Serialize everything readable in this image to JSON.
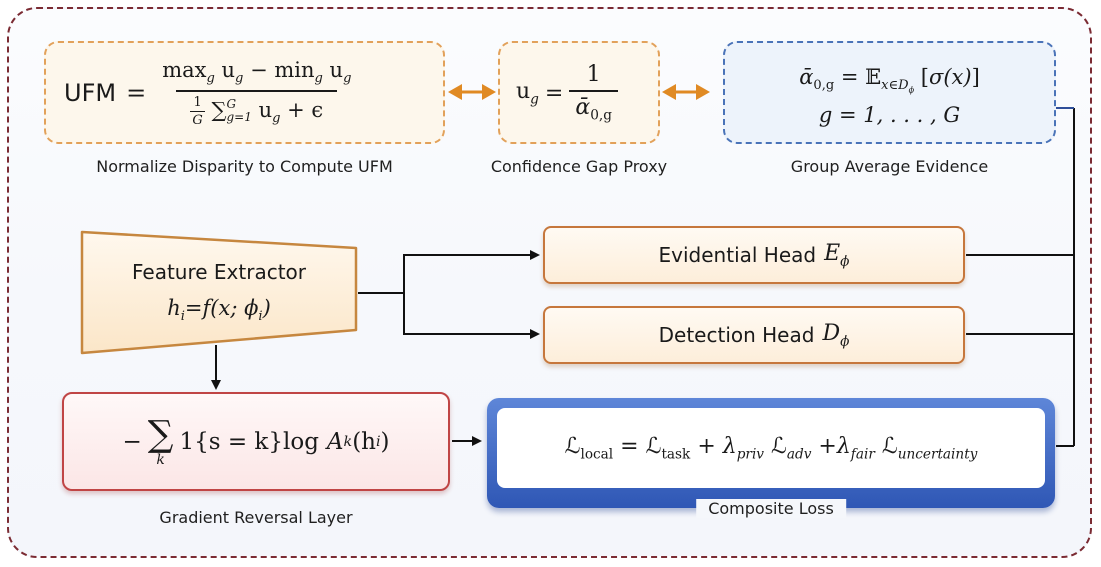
{
  "top": {
    "ufm": {
      "lhs": "UFM",
      "num": "max",
      "num_sub_g": "g",
      "num_u": "u",
      "num_min": "min",
      "den_frac_num": "1",
      "den_frac_den": "G",
      "den_sum": "∑",
      "den_sum_sup": "G",
      "den_sum_sub": "g=1",
      "den_eps": "ϵ",
      "caption": "Normalize Disparity to Compute UFM"
    },
    "gap": {
      "lhs_u": "u",
      "lhs_sub": "g",
      "num": "1",
      "den_alpha": "ᾱ",
      "den_sub": "0,g",
      "caption": "Confidence Gap Proxy"
    },
    "evidence": {
      "lhs_alpha": "ᾱ",
      "lhs_sub": "0,g",
      "expect": "𝔼",
      "expect_sub": "x∈D",
      "expect_sub2": "ϕ",
      "sigma": "σ(x)",
      "line2": "g = 1, . . . , G",
      "caption": "Group Average Evidence"
    }
  },
  "extractor": {
    "title": "Feature Extractor",
    "formula_h": "h",
    "formula_i": "i",
    "formula_rhs": "f(x; ϕ",
    "formula_phi_sub": "i",
    "formula_close": ")"
  },
  "evidential_head": {
    "label": "Evidential Head",
    "sym": "E",
    "sub": "ϕ"
  },
  "detection_head": {
    "label": "Detection Head",
    "sym": "D",
    "sub": "ϕ"
  },
  "grl": {
    "minus": "−",
    "sum": "∑",
    "sum_sub": "k",
    "indicator": "1{s = k}log",
    "A": "A",
    "A_sub": "k",
    "arg": "(h",
    "arg_sub": "i",
    "arg_close": ")",
    "caption": "Gradient Reversal Layer"
  },
  "loss": {
    "L": "ℒ",
    "local": "local",
    "task": "task",
    "lambda": "λ",
    "priv": "priv",
    "adv": "adv",
    "fair": "fair",
    "uncertainty": "uncertainty",
    "caption": "Composite Loss"
  },
  "colors": {
    "frame": "#7b2b33",
    "orange_arrow": "#e08a24",
    "blue_arrow": "#2f4f9a",
    "divider": "#c7873d"
  }
}
